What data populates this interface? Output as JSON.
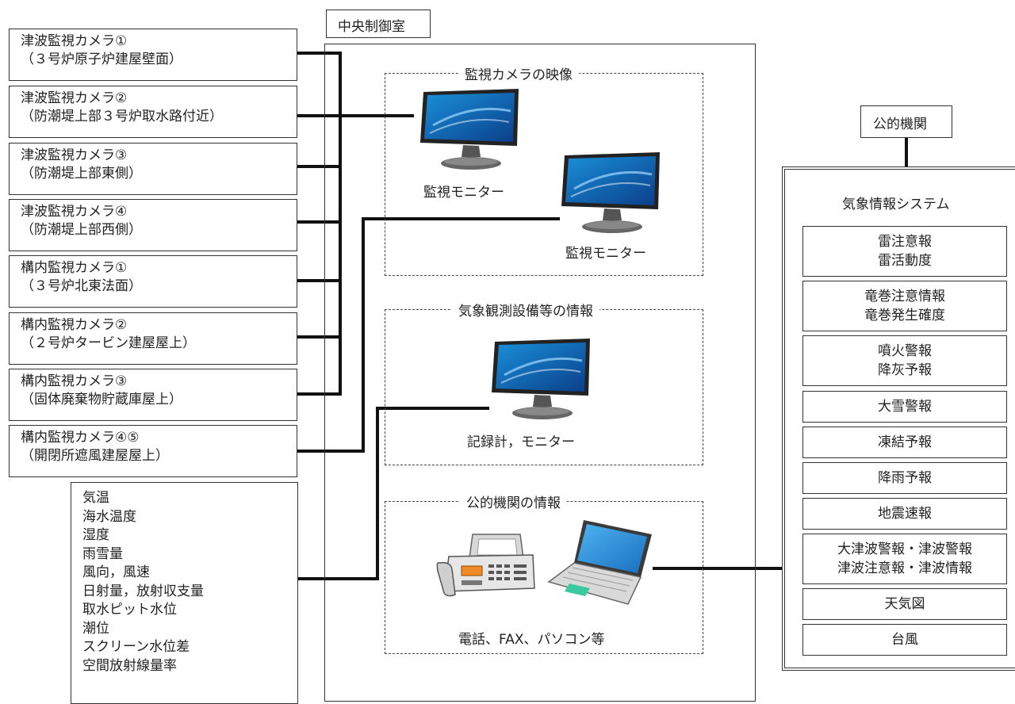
{
  "control_room": {
    "title": "中央制御室"
  },
  "cameras": [
    {
      "line1": "津波監視カメラ①",
      "line2": "（３号炉原子炉建屋壁面）"
    },
    {
      "line1": "津波監視カメラ②",
      "line2": "（防潮堤上部３号炉取水路付近）"
    },
    {
      "line1": "津波監視カメラ③",
      "line2": "（防潮堤上部東側）"
    },
    {
      "line1": "津波監視カメラ④",
      "line2": "（防潮堤上部西側）"
    },
    {
      "line1": "構内監視カメラ①",
      "line2": "（３号炉北東法面）"
    },
    {
      "line1": "構内監視カメラ②",
      "line2": "（２号炉タービン建屋屋上）"
    },
    {
      "line1": "構内監視カメラ③",
      "line2": "（固体廃棄物貯蔵庫屋上）"
    },
    {
      "line1": "構内監視カメラ④⑤",
      "line2": "（開閉所遮風建屋屋上）"
    }
  ],
  "weather_items": [
    "気温",
    "海水温度",
    "湿度",
    "雨雪量",
    "風向，風速",
    "日射量，放射収支量",
    "取水ピット水位",
    "潮位",
    "スクリーン水位差",
    "空間放射線量率"
  ],
  "sections": {
    "camera_feed": {
      "title": "監視カメラの映像",
      "monitor1": "監視モニター",
      "monitor2": "監視モニター"
    },
    "observation": {
      "title": "気象観測設備等の情報",
      "monitor": "記録計，モニター"
    },
    "public_info": {
      "title": "公的機関の情報",
      "devices": "電話、FAX、パソコン等"
    }
  },
  "agency": {
    "title": "公的機関",
    "system_title": "気象情報システム",
    "items": [
      {
        "line1": "雷注意報",
        "line2": "雷活動度"
      },
      {
        "line1": "竜巻注意情報",
        "line2": "竜巻発生確度"
      },
      {
        "line1": "噴火警報",
        "line2": "降灰予報"
      },
      {
        "line1": "大雪警報",
        "line2": ""
      },
      {
        "line1": "凍結予報",
        "line2": ""
      },
      {
        "line1": "降雨予報",
        "line2": ""
      },
      {
        "line1": "地震速報",
        "line2": ""
      },
      {
        "line1": "大津波警報・津波警報",
        "line2": "津波注意報・津波情報"
      },
      {
        "line1": "天気図",
        "line2": ""
      },
      {
        "line1": "台風",
        "line2": ""
      }
    ]
  }
}
